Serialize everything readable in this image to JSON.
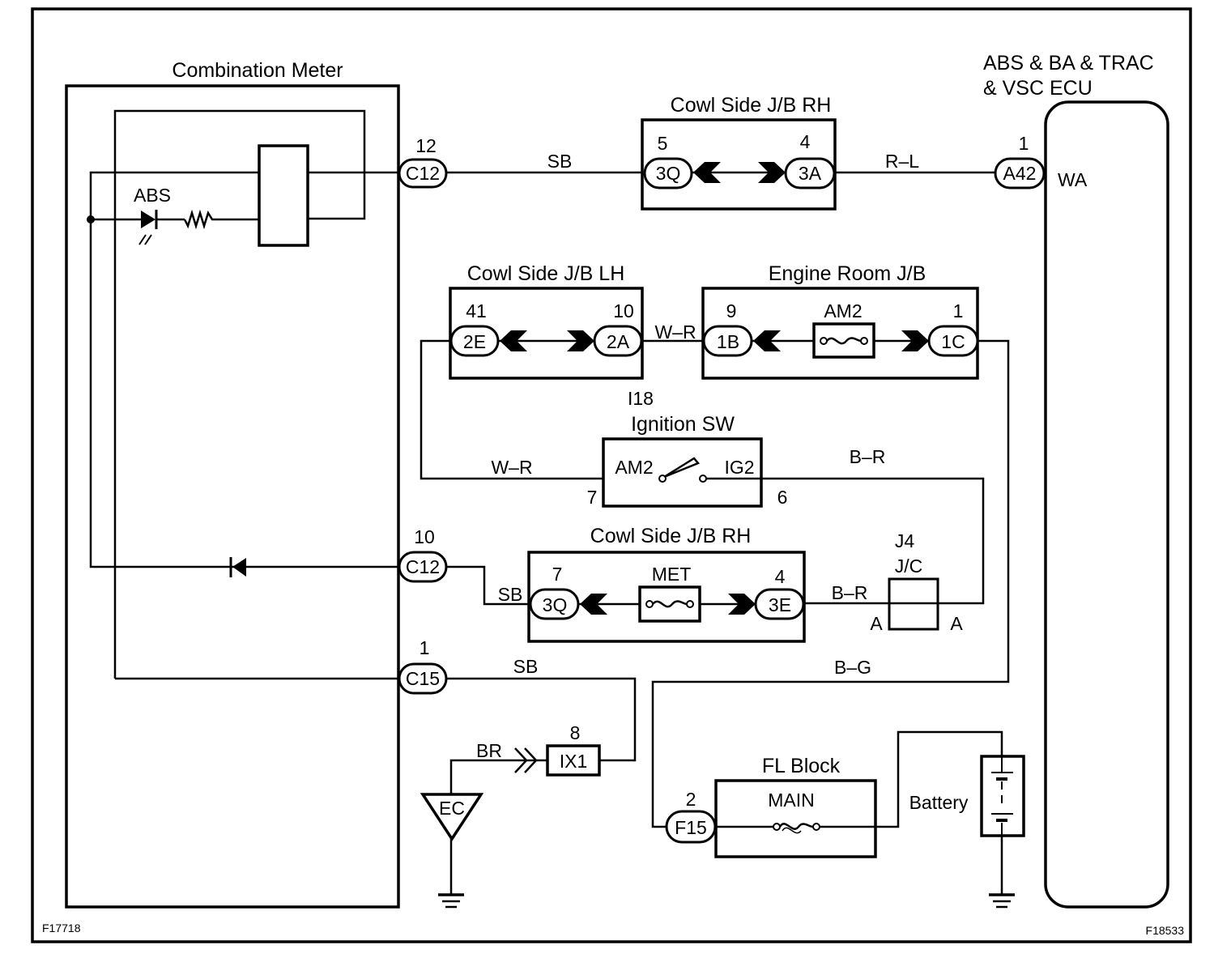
{
  "diagram": {
    "figure_ids": {
      "left": "F17718",
      "right": "F18533"
    },
    "components": {
      "combination_meter": {
        "label": "Combination Meter",
        "indicator": "ABS"
      },
      "ecu": {
        "label_line1": "ABS & BA & TRAC",
        "label_line2": "& VSC ECU",
        "terminal": "WA"
      },
      "cowl_jb_rh_top": {
        "label": "Cowl Side J/B RH",
        "left_pin": "5",
        "left_conn": "3Q",
        "right_pin": "4",
        "right_conn": "3A"
      },
      "cowl_jb_lh": {
        "label": "Cowl Side J/B LH",
        "left_pin": "41",
        "left_conn": "2E",
        "right_pin": "10",
        "right_conn": "2A"
      },
      "engine_room_jb": {
        "label": "Engine Room J/B",
        "left_pin": "9",
        "left_conn": "1B",
        "fuse": "AM2",
        "right_pin": "1",
        "right_conn": "1C"
      },
      "ignition_sw": {
        "id": "I18",
        "label": "Ignition SW",
        "left_terminal": "AM2",
        "right_terminal": "IG2",
        "left_pin": "7",
        "right_pin": "6"
      },
      "cowl_jb_rh_bottom": {
        "label": "Cowl Side J/B RH",
        "left_pin": "7",
        "left_conn": "3Q",
        "fuse": "MET",
        "right_pin": "4",
        "right_conn": "3E"
      },
      "junction_connector": {
        "id": "J4",
        "label": "J/C",
        "left_pin": "A",
        "right_pin": "A"
      },
      "fl_block": {
        "label": "FL Block",
        "fuse": "MAIN",
        "pin": "2",
        "conn": "F15"
      },
      "battery": {
        "label": "Battery"
      },
      "ground_point": {
        "label": "EC"
      },
      "ix1": {
        "pin": "8",
        "conn": "IX1"
      }
    },
    "connectors": {
      "c12_top": {
        "pin": "12",
        "conn": "C12"
      },
      "c12_mid": {
        "pin": "10",
        "conn": "C12"
      },
      "c15": {
        "pin": "1",
        "conn": "C15"
      },
      "a42": {
        "pin": "1",
        "conn": "A42"
      }
    },
    "wires": {
      "sb_top": "SB",
      "rl": "R–L",
      "wr_top": "W–R",
      "wr_left": "W–R",
      "br_top": "B–R",
      "sb_mid": "SB",
      "br_mid": "B–R",
      "sb_bottom": "SB",
      "bg": "B–G",
      "br_ground": "BR"
    }
  }
}
